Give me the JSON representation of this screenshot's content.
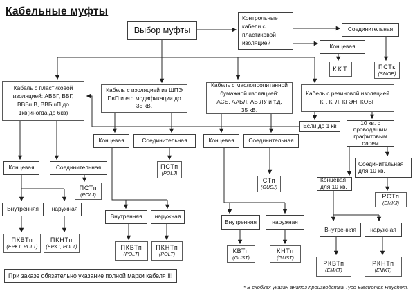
{
  "title": "Кабельные муфты",
  "banner": "При заказе обязательно указание полной марки кабеля !!!",
  "footnote": "* В скобках указан аналог производства Tyco Electronics Raychem.",
  "nodes": {
    "vybor": {
      "label": "Выбор муфты"
    },
    "control": {
      "label": "Контрольные\nкабели  с\nпластиковой\nизоляцией"
    },
    "control_conn": {
      "label": "Соединительная"
    },
    "control_end": {
      "label": "Концевая"
    },
    "kkt": {
      "code": "ККТ"
    },
    "pstk": {
      "code": "ПСТк",
      "analog": "(SMOE)"
    },
    "cable_plastic": {
      "label": "Кабель с пластиковой\nизоляцией: АВВГ, ВВГ,\nВВБшВ, ВВБшП до\n1кв(иногда до 6кв)"
    },
    "cable_shpe": {
      "label": "Кабель с изоляцией из ШПЭ\nПвП и его модификации до\n35 кВ."
    },
    "cable_paper": {
      "label": "Кабель с маслопропитанной\nбумажной изоляцией:\nАСБ, ААБЛ, АБ ЛУ и т.д.\n35 кВ."
    },
    "cable_rubber": {
      "label": "Кабель с резиновой  изоляцией\nКГ, КГЛ, КГЭН, КОВГ"
    },
    "plastic_end": {
      "label": "Концевая"
    },
    "plastic_conn": {
      "label": "Соединительная"
    },
    "plastic_pstp": {
      "code": "ПСТп",
      "analog": "(POLJ)"
    },
    "plastic_inner": {
      "label": "Внутренняя"
    },
    "plastic_outer": {
      "label": "наружная"
    },
    "plastic_pkvtp": {
      "code": "ПКВТп",
      "analog": "(EPKT, POLT)"
    },
    "plastic_pkntp": {
      "code": "ПКНТп",
      "analog": "(EPKT, POLT)"
    },
    "shpe_end": {
      "label": "Концевая"
    },
    "shpe_conn": {
      "label": "Соединительная"
    },
    "shpe_pstp": {
      "code": "ПСТп",
      "analog": "(POLJ)"
    },
    "shpe_inner": {
      "label": "Внутренняя"
    },
    "shpe_outer": {
      "label": "наружная"
    },
    "shpe_pkvtp": {
      "code": "ПКВТп",
      "analog": "(POLT)"
    },
    "shpe_pkntp": {
      "code": "ПКНТп",
      "analog": "(POLT)"
    },
    "paper_end": {
      "label": "Концевая"
    },
    "paper_conn": {
      "label": "Соединительная"
    },
    "paper_stp": {
      "code": "СТп",
      "analog": "(GUSJ)"
    },
    "paper_inner": {
      "label": "Внутренняя"
    },
    "paper_outer": {
      "label": "наружная"
    },
    "paper_kvtp": {
      "code": "КВТп",
      "analog": "(GUST)"
    },
    "paper_kntp": {
      "code": "КНТп",
      "analog": "(GUST)"
    },
    "rubber_1kv": {
      "label": "Если до 1 кв"
    },
    "rubber_10kv": {
      "label": "10 кв. с\nпроводящим\nграфитовым\nслоем"
    },
    "rubber_conn10": {
      "label": "Соединительная\nдля  10 кв."
    },
    "rubber_end10": {
      "label": "Концевая\nдля  10 кв."
    },
    "rubber_rstp": {
      "code": "РСТп",
      "analog": "(EMKJ)"
    },
    "rubber_inner": {
      "label": "Внутренняя"
    },
    "rubber_outer": {
      "label": "наружная"
    },
    "rubber_rkvtp": {
      "code": "РКВТп",
      "analog": "(EMKT)"
    },
    "rubber_rkntp": {
      "code": "РКНТп",
      "analog": "(EMKT)"
    }
  }
}
